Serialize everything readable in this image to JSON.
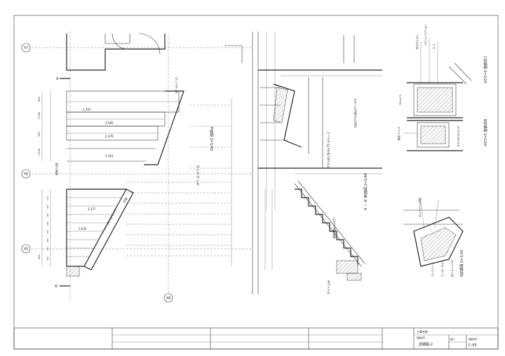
{
  "drawing": {
    "plan_title": "平面図 S=1/40",
    "section_title": "A － A' 断面図 S=1/40",
    "detail_c_title": "C詳細図 S=1/20",
    "detail_b_title": "B詳細図 S=1/20",
    "detail_a_title": "A詳細図 S=1/20",
    "grid_labels": [
      "Y7",
      "Y6",
      "Y5",
      "X6"
    ],
    "section_marker_top": "A",
    "section_marker_bottom": "A'",
    "plan_labels": {
      "wood_deck": "ウッドデッキ",
      "handrail": "手摺",
      "flat_bar": "縦格子手摺",
      "stair_note": "ササラ桁 FB-9×75",
      "levels": [
        "2,797",
        "2,585",
        "2,376",
        "3,163",
        "3,377",
        "3,635"
      ],
      "dims_left": [
        "830",
        "1,000",
        "500",
        "1,500",
        "400"
      ],
      "stair_dims": [
        "300",
        "150",
        "185",
        "185",
        "185",
        "185",
        "185",
        "185",
        "185",
        "185",
        "185",
        "185"
      ]
    },
    "section_labels": {
      "note_top": "スチール手摺 H=1000",
      "note_mid": "ササラ桁 FB-9×75 タラップ",
      "note_bottom": "鋼製踏板 t=4.5",
      "note_detail": "ボルト止め"
    },
    "detail_labels": {
      "c_notes": [
        "防水モルタル",
        "ステンレスアンカー",
        "PL-3",
        "FB-6×75"
      ],
      "b_notes": [
        "踏板 PL-4.5",
        "ササラ桁 FB-9×75"
      ],
      "a_notes": [
        "ガルバリウム鋼板",
        "コンクリート",
        "アンカーボルト",
        "捨てコン t=50"
      ]
    }
  },
  "title_block": {
    "company": "工事名称",
    "drawing_name_label": "図面名称",
    "drawing_name": "詳細図-2",
    "scale_label": "縮尺",
    "sheet_no_label": "図面番号",
    "sheet_no": "C-05",
    "revision_rows": [
      "",
      "",
      ""
    ]
  }
}
